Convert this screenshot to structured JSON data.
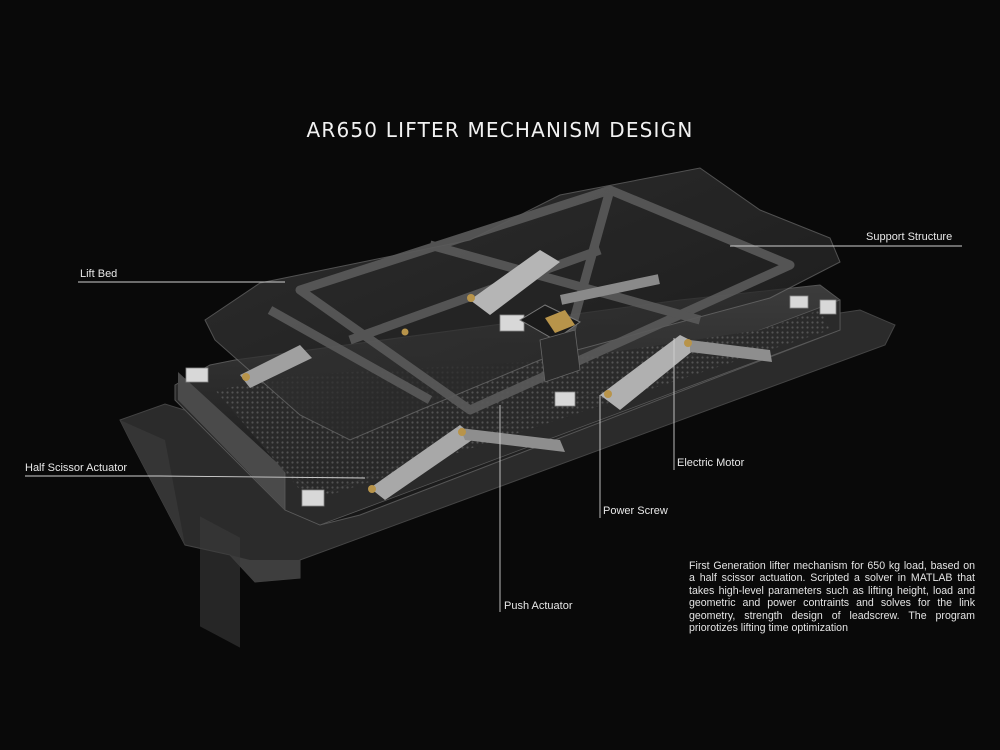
{
  "title": "AR650 LIFTER MECHANISM DESIGN",
  "labels": {
    "support_structure": "Support Structure",
    "lift_bed": "Lift Bed",
    "half_scissor_actuator": "Half Scissor Actuator",
    "electric_motor": "Electric Motor",
    "power_screw": "Power Screw",
    "push_actuator": "Push Actuator"
  },
  "description": "First Generation lifter mechanism for 650 kg load, based on a half scissor actuation. Scripted a solver in MATLAB that takes high-level parameters such as lifting height, load and geometric and power contraints and solves for the link geometry, strength design of leadscrew. The program priorotizes lifting time optimization",
  "colors": {
    "background": "#090909",
    "text": "#e6e6e6",
    "leader_line": "#cfcfcf",
    "brass": "#b8944a"
  }
}
